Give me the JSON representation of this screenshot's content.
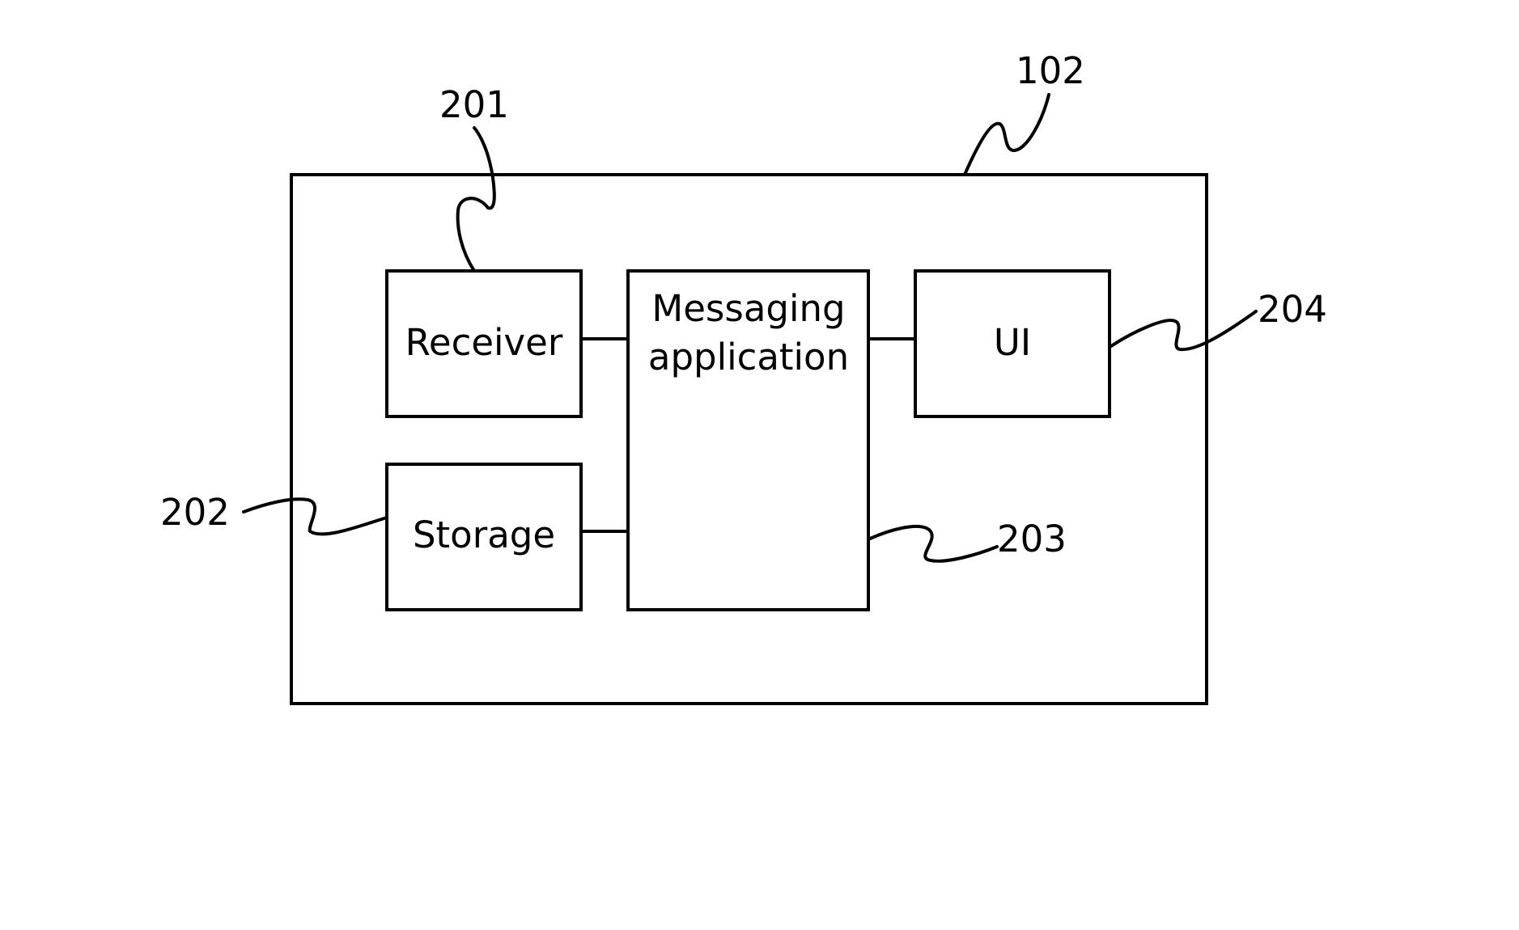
{
  "diagram": {
    "device": {
      "ref": "102"
    },
    "receiver": {
      "label": "Receiver",
      "ref": "201"
    },
    "storage": {
      "label": "Storage",
      "ref": "202"
    },
    "messaging": {
      "label_line1": "Messaging",
      "label_line2": "application",
      "ref": "203"
    },
    "ui": {
      "label": "UI",
      "ref": "204"
    }
  }
}
